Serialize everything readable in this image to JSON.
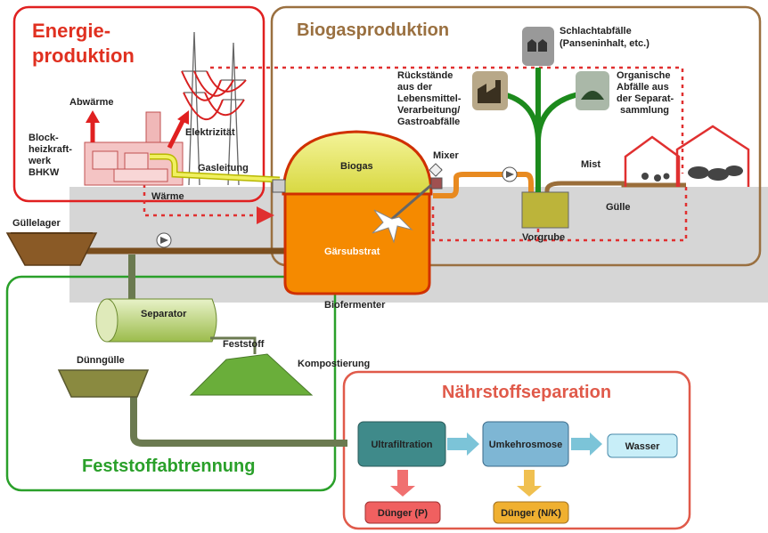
{
  "sections": {
    "energy": {
      "title_line1": "Energie-",
      "title_line2": "produktion"
    },
    "biogas": {
      "title": "Biogasproduktion"
    },
    "solids": {
      "title": "Feststoffabtrennung"
    },
    "nutrients": {
      "title": "Nährstoffseparation"
    }
  },
  "labels": {
    "abwaerme": "Abwärme",
    "bhkw_1": "Block-",
    "bhkw_2": "heizkraft-",
    "bhkw_3": "werk",
    "bhkw_4": "BHKW",
    "elektrizitaet": "Elektrizität",
    "gasleitung": "Gasleitung",
    "waerme": "Wärme",
    "guellelager": "Güllelager",
    "biogas": "Biogas",
    "gaersubstrat": "Gärsubstrat",
    "biofermenter": "Biofermenter",
    "mixer": "Mixer",
    "vorgrube": "Vorgrube",
    "mist": "Mist",
    "guelle": "Gülle",
    "schlacht_1": "Schlachtabfälle",
    "schlacht_2": "(Panseninhalt, etc.)",
    "rueck_1": "Rückstände",
    "rueck_2": "aus der",
    "rueck_3": "Lebensmittel-",
    "rueck_4": "Verarbeitung/",
    "rueck_5": "Gastroabfälle",
    "org_1": "Organische",
    "org_2": "Abfälle aus",
    "org_3": "der Separat-",
    "org_4": "sammlung",
    "separator": "Separator",
    "feststoff": "Feststoff",
    "kompostierung": "Kompostierung",
    "duenngulle": "Dünngülle",
    "ultrafiltration": "Ultrafiltration",
    "umkehrosmose": "Umkehrosmose",
    "wasser": "Wasser",
    "duenger_p": "Dünger (P)",
    "duenger_nk": "Dünger (N/K)"
  },
  "colors": {
    "energy_red": "#e02020",
    "biogas_brown": "#9a7040",
    "solids_green": "#2aa02a",
    "nutrients_red": "#e05a4a",
    "ground_gray": "#d6d6d6",
    "fermenter_orange": "#f58a00",
    "gas_yellow": "#e4e45a"
  }
}
